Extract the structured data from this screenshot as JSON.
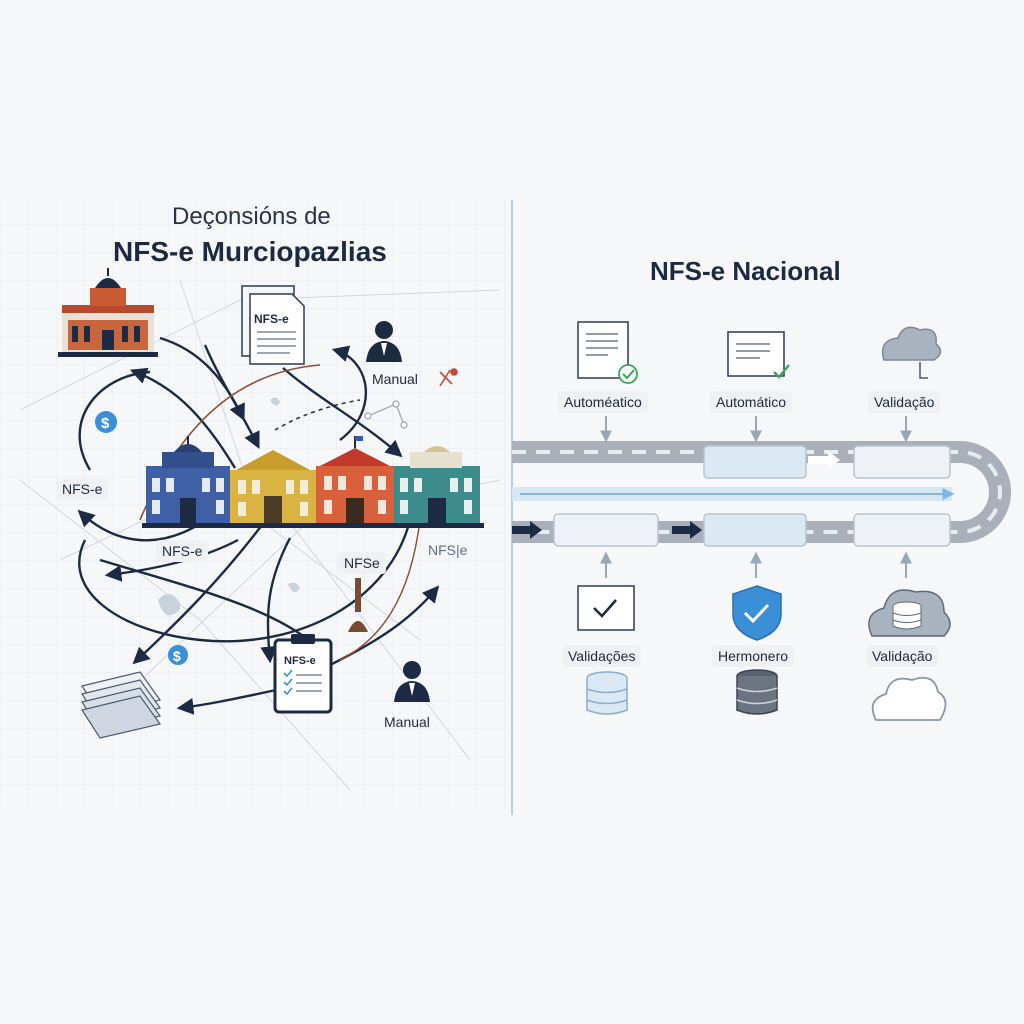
{
  "left": {
    "subtitle": "Deçonsións de",
    "title": "NFS-e Murciopazlias",
    "labels": {
      "manual_top": "Manual",
      "manual_bottom": "Manual",
      "nfse_left": "NFS-e",
      "nfse_mid": "NFS-e",
      "nfse_right": "NFSe",
      "nfse_faded": "NFS|e",
      "doc_top": "NFS-e",
      "doc_bottom": "NFS-e"
    }
  },
  "right": {
    "title": "NFS-e Nacional",
    "top_labels": [
      "Automéatico",
      "Automático",
      "Validação"
    ],
    "bottom_labels": [
      "Validações",
      "Hermonero",
      "Validação"
    ]
  },
  "colors": {
    "navy": "#1c2a44",
    "accent_blue": "#3a8fd6",
    "belt_gray": "#a9b0b9",
    "belt_light": "#d6e6f3",
    "check_green": "#3aa45a",
    "divider": "#9fc3de"
  },
  "icons": [
    "city-hall-icon",
    "document-icon",
    "person-icon",
    "coin-icon",
    "clipboard-icon",
    "stack-icon",
    "cloud-icon",
    "shield-check-icon",
    "database-icon",
    "checkbox-icon"
  ]
}
